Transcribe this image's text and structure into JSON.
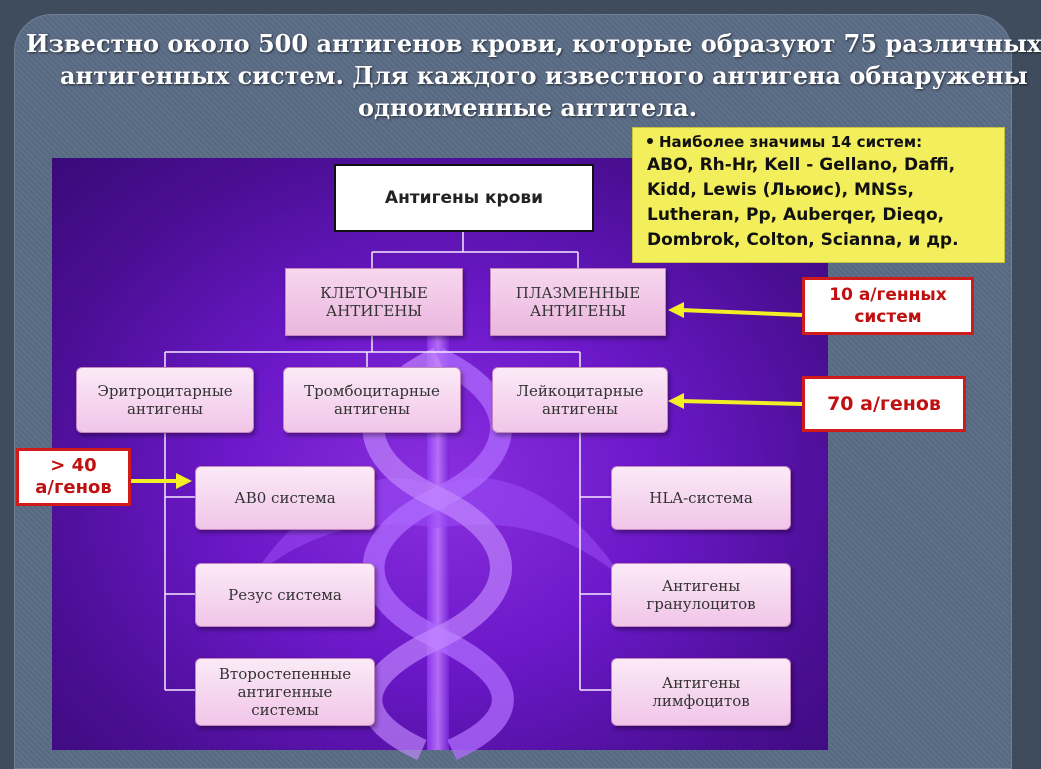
{
  "heading": {
    "line1": "Известно около 500 антигенов крови, которые образуют 75 различных",
    "line2": "антигенных систем.  Для каждого известного антигена обнаружены",
    "line3": "одноименные антитела."
  },
  "systems_note": {
    "title": "Наиболее значимы 14 систем:",
    "lines": [
      "ABO, Rh-Hr, Kell - Gellano, Daffi,",
      "Kidd, Lewis (Льюис), MNSs,",
      "Lutheran, Pp, Auberqer, Dieqo,",
      "Dombrok, Colton, Scianna, и др."
    ]
  },
  "diagram": {
    "root": "Антигены крови",
    "cellular": "КЛЕТОЧНЫЕ АНТИГЕНЫ",
    "plasma": "ПЛАЗМЕННЫЕ АНТИГЕНЫ",
    "erythrocyte": "Эритроцитарные антигены",
    "thrombocyte": "Тромбоцитарные антигены",
    "leukocyte": "Лейкоцитарные антигены",
    "abo": "АВ0 система",
    "rhesus": "Резус система",
    "secondary": "Второстепенные антигенные системы",
    "hla": "HLA-система",
    "granulocyte": "Антигены гранулоцитов",
    "lymphocyte": "Антигены лимфоцитов"
  },
  "callouts": {
    "plasma_count": "10 а/генных систем",
    "leukocyte_count": "70 а/генов",
    "abo_count_line1": "> 40",
    "abo_count_line2": "а/генов"
  },
  "colors": {
    "callout_border": "#d11a1a",
    "note_background": "#f3ee5c",
    "arrow": "#f2f024",
    "panel": "#6b18c8"
  }
}
